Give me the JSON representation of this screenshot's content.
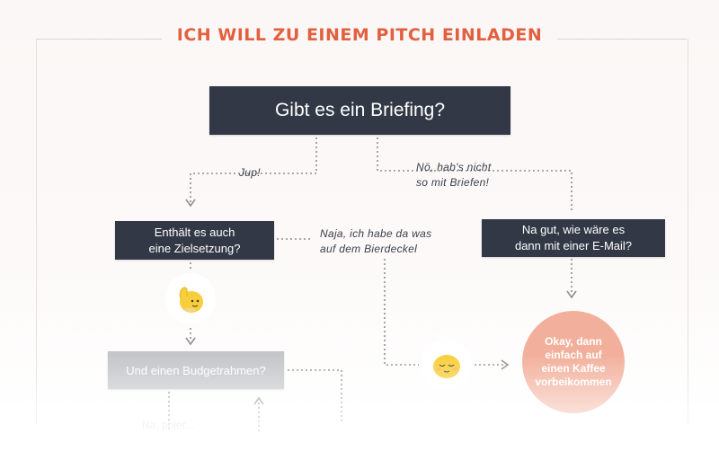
{
  "title": "ICH WILL ZU EINEM PITCH EINLADEN",
  "nodes": {
    "main_question": "Gibt es ein Briefing?",
    "goal_question": [
      "Enthält es auch",
      "eine Zielsetzung?"
    ],
    "email_question": [
      "Na gut, wie wäre es",
      "dann mit einer E-Mail?"
    ],
    "budget_question": "Und einen Budgetrahmen?",
    "coffee_answer": [
      "Okay, dann",
      "einfach auf",
      "einen Kaffee",
      "vorbeikommen"
    ]
  },
  "edges": {
    "yes": "Jup!",
    "no": [
      "Nö, hab's nicht",
      "so mit Briefen!"
    ],
    "napkin": [
      "Naja, ich habe da was",
      "auf dem Bierdeckel"
    ],
    "cutoff": "Na, phler..."
  },
  "icons": {
    "thumbs_up": "thumbs-up-emoji",
    "relieved": "relieved-emoji"
  },
  "colors": {
    "accent": "#e2603f",
    "box": "#323845",
    "circle": "#f2b09c",
    "emoji": "#f7cf3b"
  }
}
